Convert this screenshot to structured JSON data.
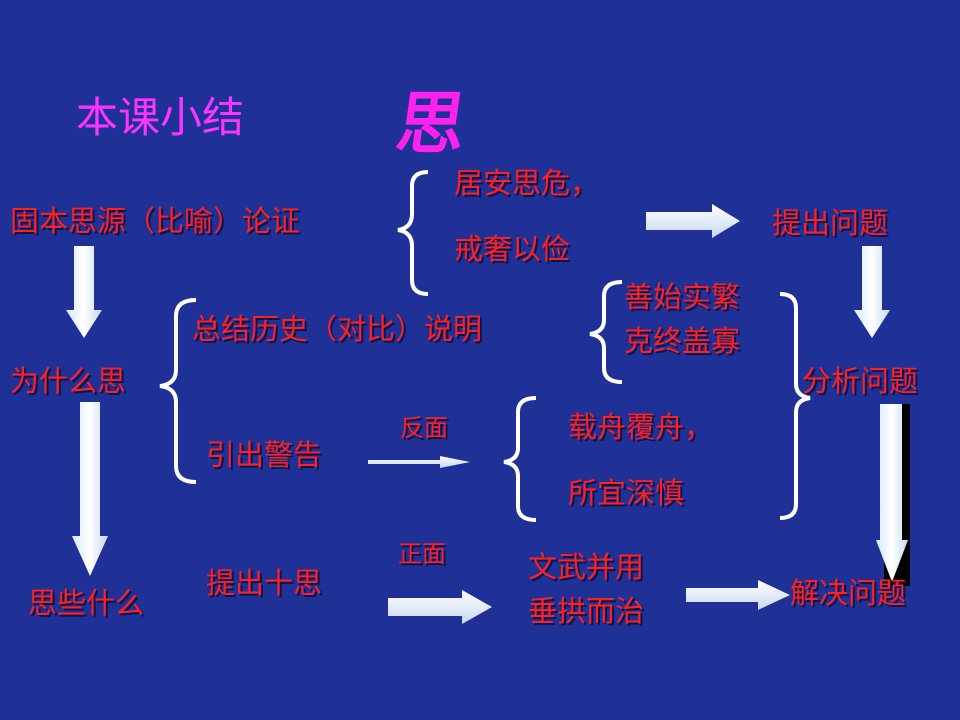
{
  "title": "本课小结",
  "title_glyph": "思",
  "nodes": {
    "gu_ben": "固本思源（比喻）论证",
    "ju_an": "居安思危，",
    "jie_she": "戒奢以俭",
    "ti_chu_wen_ti": "提出问题",
    "zong_jie": "总结历史（对比）说明",
    "shan_shi": "善始实繁",
    "ke_zhong": "克终盖寡",
    "wei_shen_me": "为什么思",
    "fen_xi": "分析问题",
    "fan_mian": "反面",
    "zai_zhou": "载舟覆舟，",
    "yin_chu": "引出警告",
    "suo_yi": "所宜深慎",
    "zheng_mian": "正面",
    "wen_wu": "文武并用",
    "ti_chu_shi_si": "提出十思",
    "chui_gong": "垂拱而治",
    "si_xie": "思些什么",
    "jie_jue": "解决问题"
  },
  "colors": {
    "background": "#1f3197",
    "node_text": "#ff2020",
    "title_text": "#ff33ff",
    "glyph": "#ff22ee",
    "connector": "#ffffff"
  }
}
